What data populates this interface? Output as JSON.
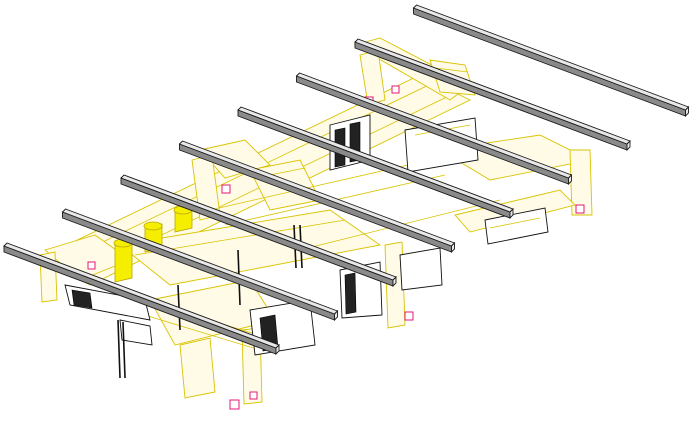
{
  "drawing": {
    "kind": "isometric HVAC ductwork wireframe",
    "background_color": "#ffffff",
    "colors": {
      "duct_stroke": "#d9c300",
      "duct_fill": "#fffbe6",
      "beam_stroke": "#1a1a1a",
      "equipment_stroke": "#111111",
      "vent_fill": "#f5ee00",
      "hanger_stroke": "#e0006a"
    },
    "beam_count": 8,
    "equipment_unit_count": 4,
    "vent_cap_count": 3,
    "hanger_count": 8
  }
}
